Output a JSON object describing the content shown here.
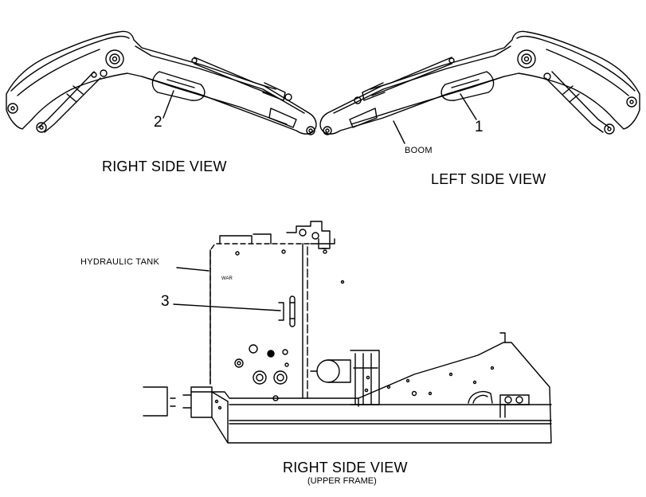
{
  "labels": {
    "top_right_view": "RIGHT SIDE VIEW",
    "top_left_view": "LEFT SIDE VIEW",
    "bottom_view": "RIGHT SIDE VIEW",
    "bottom_view_sub": "(UPPER FRAME)",
    "boom": "BOOM",
    "hydraulic_tank": "HYDRAULIC TANK"
  },
  "callouts": {
    "c1": "1",
    "c2": "2",
    "c3": "3"
  },
  "inline_marks": {
    "tank_plate": "WAR"
  }
}
